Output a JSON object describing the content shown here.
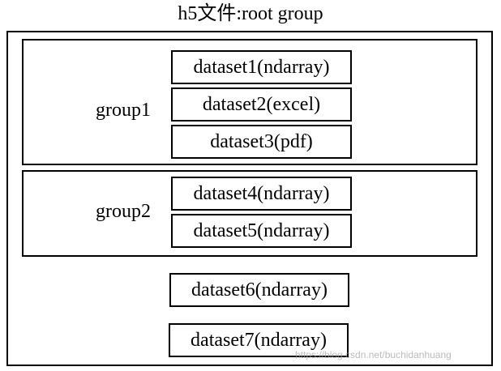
{
  "title": "h5文件:root group",
  "groups": [
    {
      "label": "group1",
      "datasets": [
        "dataset1(ndarray)",
        "dataset2(excel)",
        "dataset3(pdf)"
      ]
    },
    {
      "label": "group2",
      "datasets": [
        "dataset4(ndarray)",
        "dataset5(ndarray)"
      ]
    }
  ],
  "root_datasets": [
    "dataset6(ndarray)",
    "dataset7(ndarray)"
  ],
  "watermark": "https://blog.csdn.net/buchidanhuang"
}
